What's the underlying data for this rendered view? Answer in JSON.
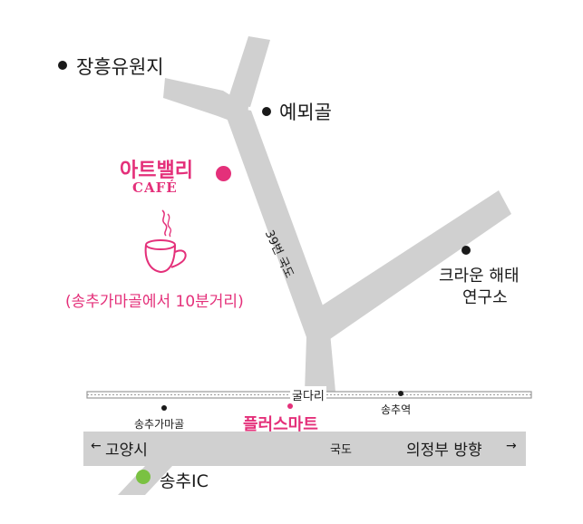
{
  "landmarks": {
    "janghueung": "장흥유원지",
    "yemoegol": "예뫼골",
    "crown_haitai_line1": "크라운 해태",
    "crown_haitai_line2": "연구소",
    "songchu_gamagol": "송추가마골",
    "songchu_station": "송추역",
    "guldari": "굴다리",
    "plus_mart": "플러스마트",
    "songchu_ic": "송추IC"
  },
  "cafe": {
    "name": "아트밸리",
    "sub": "CAFÉ",
    "distance_note": "(송추가마골에서 10분거리)"
  },
  "roads": {
    "route39": "39번 국도",
    "national_road": "국도",
    "left_direction": "고양시",
    "right_direction": "의정부 방향",
    "left_arrow": "←",
    "right_arrow": "→"
  },
  "colors": {
    "road": "#d0d0d0",
    "accent_pink": "#e4307a",
    "ic_green": "#7ac142",
    "rail": "#9a9a9a"
  },
  "icons": {
    "cafe": "coffee-cup-icon",
    "location": "location-dot-icon"
  }
}
